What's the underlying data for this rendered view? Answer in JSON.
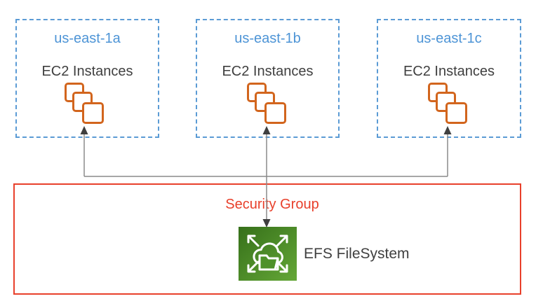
{
  "diagram": {
    "title_implicit": "EFS FileSystem shared across availability zones",
    "zones": [
      {
        "name": "us-east-1a",
        "instances_label": "EC2 Instances"
      },
      {
        "name": "us-east-1b",
        "instances_label": "EC2 Instances"
      },
      {
        "name": "us-east-1c",
        "instances_label": "EC2 Instances"
      }
    ],
    "security_group": {
      "label": "Security Group"
    },
    "efs": {
      "label": "EFS FileSystem"
    },
    "icons": {
      "ec2": "ec2-instances-stack-icon",
      "efs": "efs-filesystem-icon"
    },
    "colors": {
      "zone_border": "#5B9BD5",
      "zone_label_text": "#4D94D6",
      "body_text": "#3f3f3f",
      "ec2_icon_orange": "#D2651D",
      "security_group_red": "#E8402B",
      "efs_green_dark": "#36701A",
      "efs_green_light": "#64A737",
      "connector_line": "#8a8a8a",
      "arrowhead": "#3f3f3f"
    }
  }
}
